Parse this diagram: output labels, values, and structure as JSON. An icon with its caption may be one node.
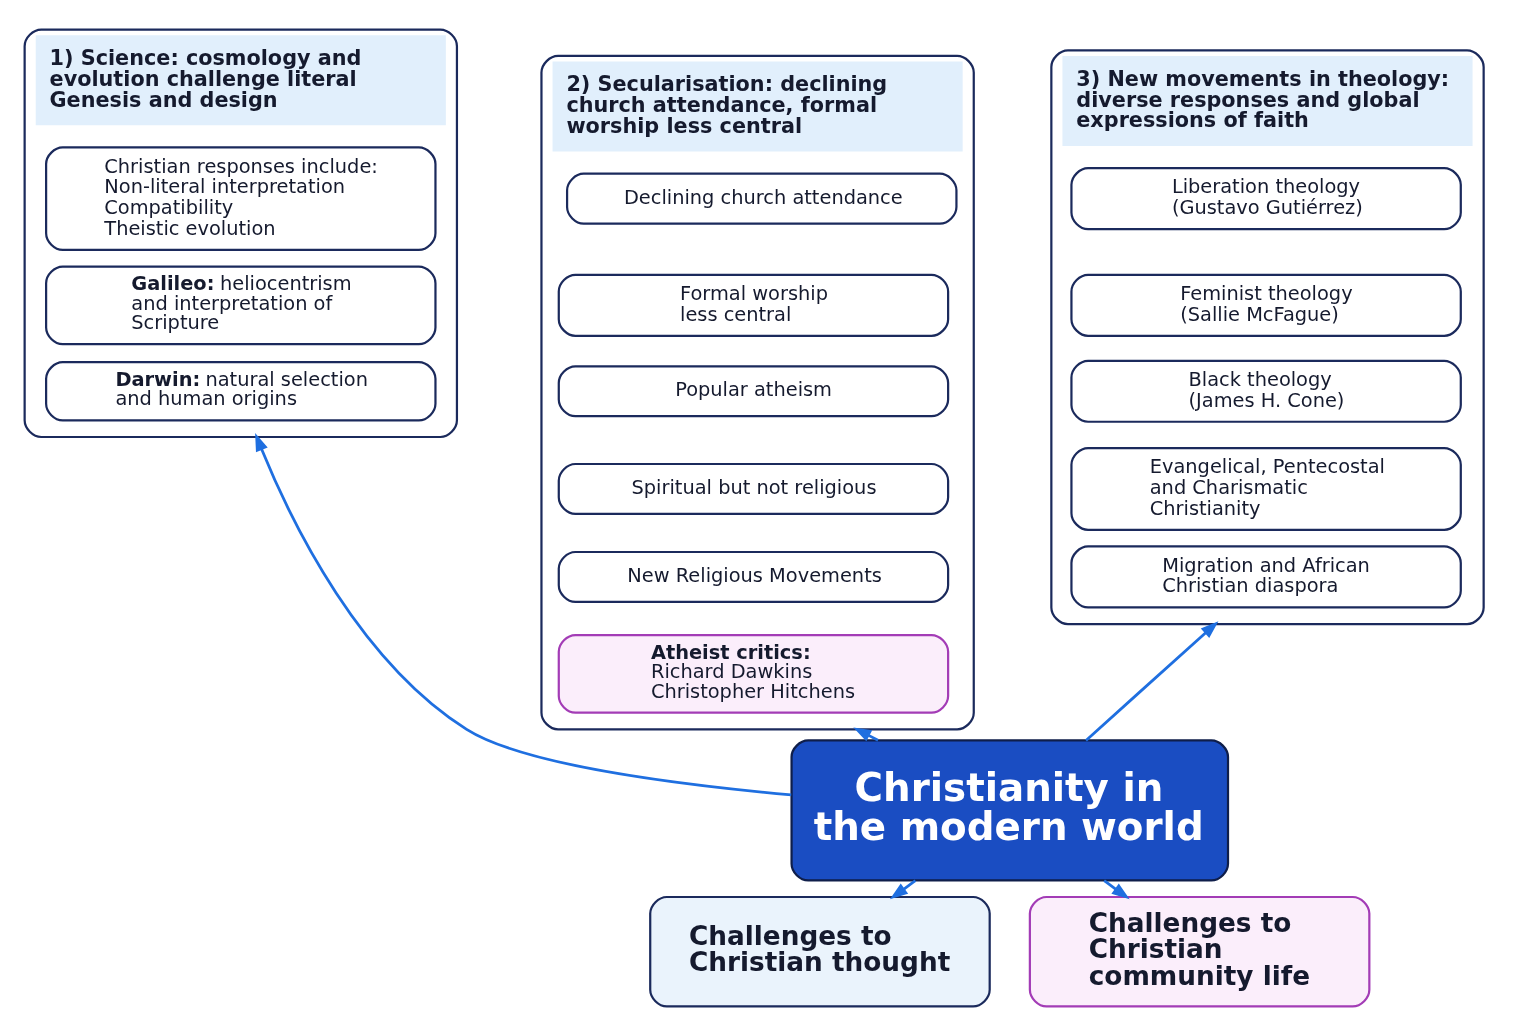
{
  "diagram": {
    "nodes": [
      {
        "text": [
          "1) Science: cosmology and evolution challenge literal Genesis and design"
        ]
      },
      {
        "text": [
          "Christian responses include:",
          "Non-literal interpretation",
          "Compatibility",
          "Theistic evolution"
        ],
        "in": 0
      },
      {
        "text": [
          "**Galileo:** heliocentrism and interpretation of Scripture"
        ],
        "in": 0
      },
      {
        "text": [
          "**Darwin:** natural selection and human origins"
        ],
        "in": 0
      },
      {
        "text": [
          "2) Secularisation: declining church attendance, formal worship less central"
        ]
      },
      {
        "text": [
          "Declining church attendance"
        ],
        "in": 4
      },
      {
        "text": [
          "Formal worship less central"
        ],
        "in": 4
      },
      {
        "text": [
          "Popular atheism"
        ],
        "in": 4
      },
      {
        "text": [
          "Spiritual but not religious"
        ],
        "in": 4
      },
      {
        "text": [
          "New Religious Movements"
        ],
        "in": 4
      },
      {
        "text": [
          "Atheist critics:",
          "Richard Dawkins",
          "Christopher Hitchens"
        ],
        "in": 4
      },
      {
        "text": [
          "3) New movements in theology: diverse responses and global expressions of faith"
        ]
      },
      {
        "text": [
          "Liberation theology (Gustavo Gutiérrez)"
        ],
        "in": 11
      },
      {
        "text": [
          "Feminist theology (Sallie McFague)"
        ],
        "in": 11
      },
      {
        "text": [
          "Black theology (James H. Cone)"
        ],
        "in": 11
      },
      {
        "text": [
          "Evangelical, Pentecostal and Charismatic Christianity"
        ],
        "in": 11
      },
      {
        "text": [
          "Migration and African Christian diaspora"
        ],
        "in": 11
      },
      {
        "text": [
          "Christianity in the modern world"
        ]
      },
      {
        "text": [
          "Challenges to Christian thought"
        ]
      },
      {
        "text": [
          "Challenges to Christian community life"
        ]
      }
    ],
    "edges": [
      {
        "from": 17,
        "to": 0,
        "arrow": "to"
      },
      {
        "from": 17,
        "to": 4,
        "arrow": "to"
      },
      {
        "from": 17,
        "to": 11,
        "arrow": "to"
      },
      {
        "from": 17,
        "to": 18,
        "arrow": "to"
      },
      {
        "from": 17,
        "to": 19,
        "arrow": "to"
      }
    ]
  }
}
